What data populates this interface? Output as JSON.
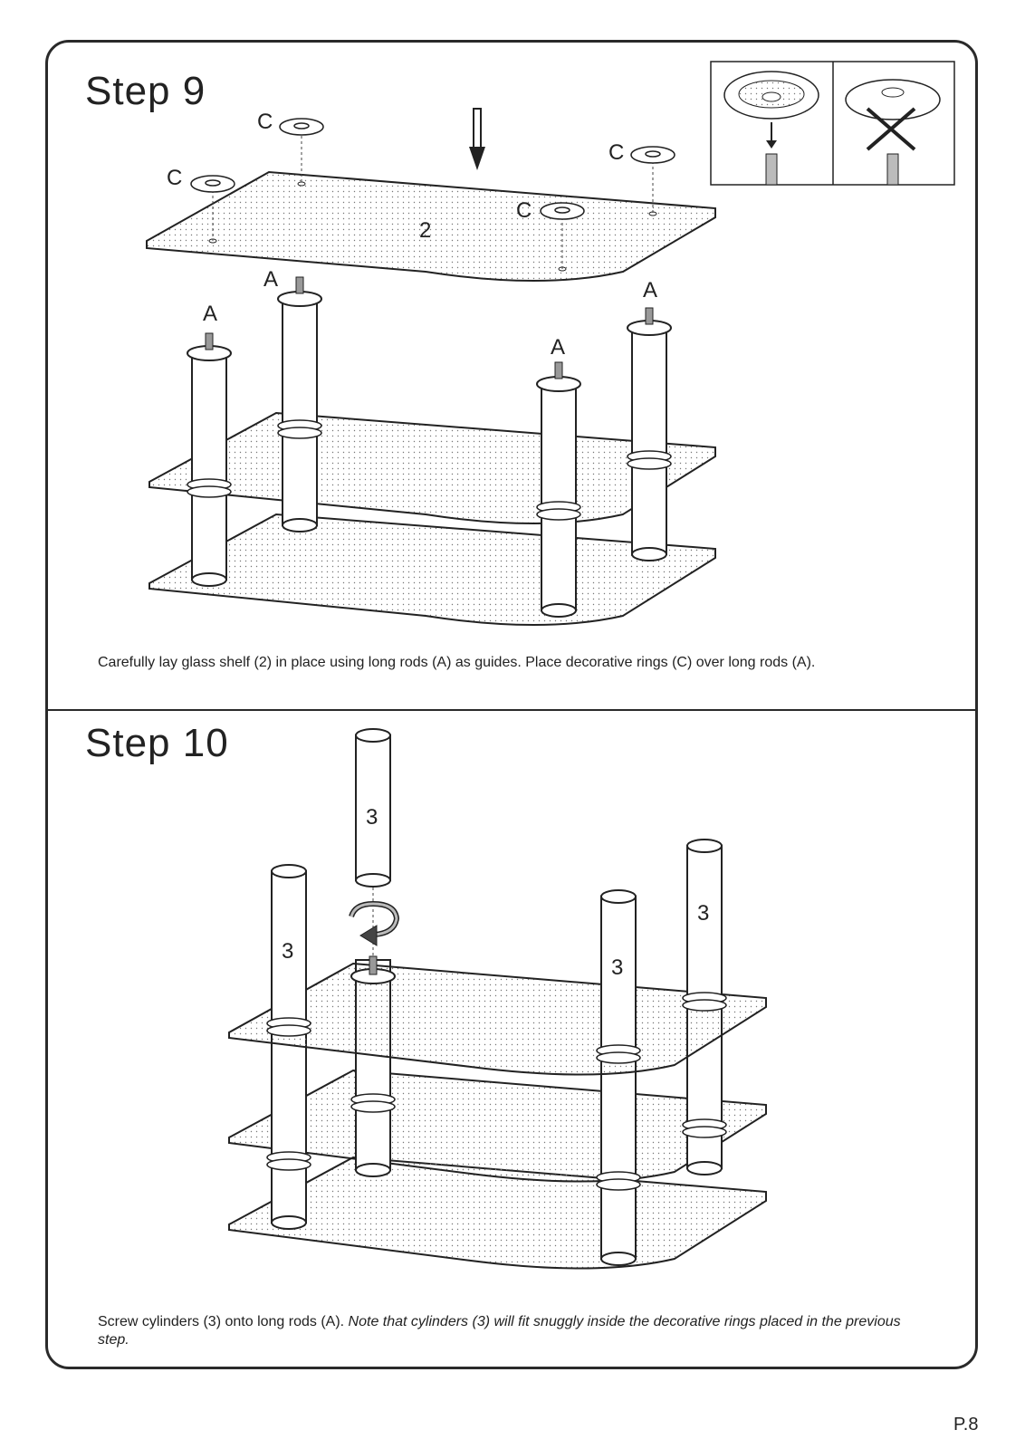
{
  "step9": {
    "title": "Step  9",
    "part_labels": {
      "ring": "C",
      "rod": "A",
      "shelf": "2"
    },
    "caption": "Carefully lay glass shelf (2) in place using long rods (A) as guides. Place decorative rings (C) over long rods (A)."
  },
  "step10": {
    "title": "Step  10",
    "part_labels": {
      "cylinder": "3"
    },
    "caption_plain": "Screw cylinders (3) onto long rods (A). ",
    "caption_note": "Note that cylinders (3) will fit snuggly inside the decorative rings placed in the previous step."
  },
  "footer": {
    "page": "P.8"
  }
}
